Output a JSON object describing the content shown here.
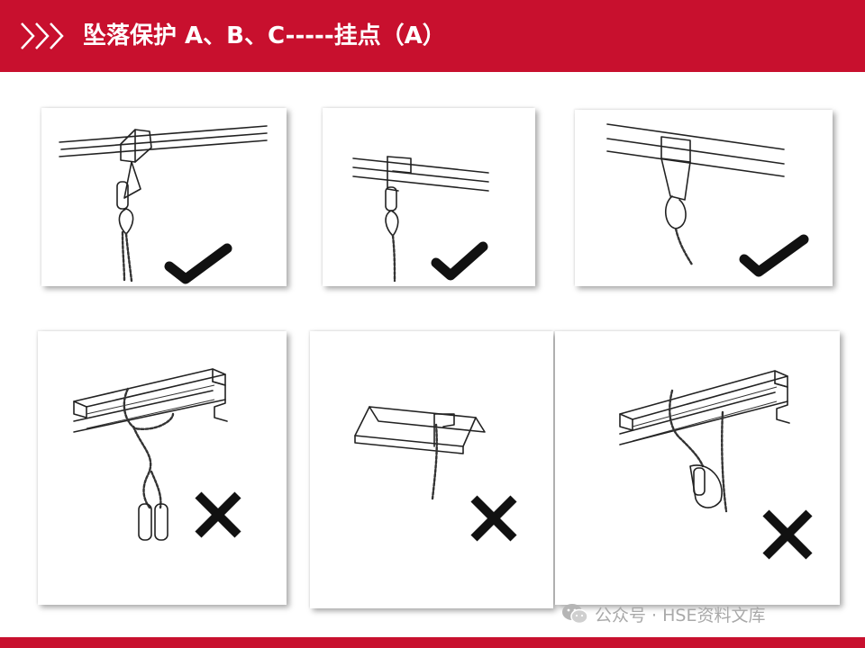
{
  "header": {
    "title": "坠落保护 A、B、C-----挂点（A）",
    "chevron_icon": "triple-chevron-right-icon",
    "background_color": "#c8102e",
    "text_color": "#ffffff"
  },
  "panels": [
    {
      "result": "correct",
      "mark_icon": "check-mark-icon"
    },
    {
      "result": "correct",
      "mark_icon": "check-mark-icon"
    },
    {
      "result": "correct",
      "mark_icon": "check-mark-icon"
    },
    {
      "result": "incorrect",
      "mark_icon": "cross-mark-icon"
    },
    {
      "result": "incorrect",
      "mark_icon": "cross-mark-icon"
    },
    {
      "result": "incorrect",
      "mark_icon": "cross-mark-icon"
    }
  ],
  "watermark": {
    "icon": "wechat-icon",
    "text": "公众号 · HSE资料文库",
    "color": "#a9a9a9"
  },
  "footer": {
    "bar_color": "#c8102e"
  }
}
